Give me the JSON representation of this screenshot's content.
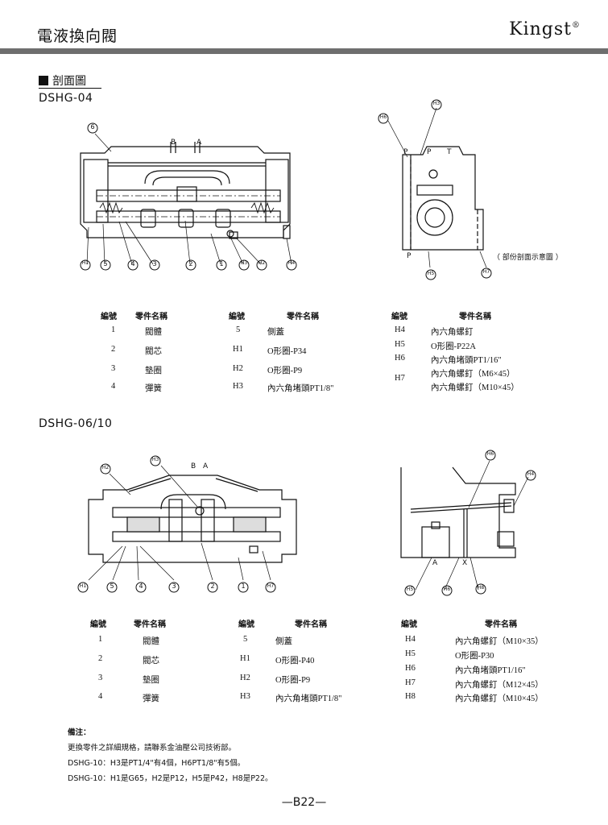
{
  "header": {
    "title": "電液換向閥",
    "brand": "Kingst",
    "reg": "®"
  },
  "section": {
    "heading": "剖面圖"
  },
  "dshg04": {
    "model": "DSHG-04",
    "partial_note": "（ 部份剖面示意圖 ）",
    "ports_left": [
      "B",
      "A"
    ],
    "ports_right": [
      "P",
      "P",
      "T",
      "P"
    ],
    "callouts_left": [
      "H1",
      "5",
      "4",
      "3",
      "2",
      "1",
      "H3",
      "H2",
      "H4",
      "6"
    ],
    "callouts_right": [
      "H6",
      "H3",
      "H5",
      "H7"
    ],
    "headers": [
      "編號",
      "零件名稱",
      "編號",
      "零件名稱",
      "編號",
      "零件名稱"
    ],
    "col1": [
      {
        "no": "1",
        "name": "閥體"
      },
      {
        "no": "2",
        "name": "閥芯"
      },
      {
        "no": "3",
        "name": "墊圈"
      },
      {
        "no": "4",
        "name": "彈簧"
      }
    ],
    "col2": [
      {
        "no": "5",
        "name": "側蓋"
      },
      {
        "no": "H1",
        "name": "O形圈-P34"
      },
      {
        "no": "H2",
        "name": "O形圈-P9"
      },
      {
        "no": "H3",
        "name": "內六角堵頭PT1/8\""
      }
    ],
    "col3": [
      {
        "no": "H4",
        "name": "內六角螺釘"
      },
      {
        "no": "H5",
        "name": "O形圈-P22A"
      },
      {
        "no": "H6",
        "name": "內六角堵頭PT1/16\""
      },
      {
        "no": "H7",
        "name": "內六角螺釘（M6×45）"
      },
      {
        "no": "",
        "name": "內六角螺釘（M10×45）"
      }
    ]
  },
  "dshg0610": {
    "model": "DSHG-06/10",
    "ports_left": [
      "B",
      "A"
    ],
    "ports_right": [
      "A",
      "X"
    ],
    "callouts_left": [
      "H2",
      "H3",
      "H1",
      "5",
      "4",
      "3",
      "2",
      "1",
      "H7"
    ],
    "callouts_right": [
      "H6",
      "H4",
      "H5",
      "H6",
      "H8"
    ],
    "headers": [
      "編號",
      "零件名稱",
      "編號",
      "零件名稱",
      "編號",
      "零件名稱"
    ],
    "col1": [
      {
        "no": "1",
        "name": "閥體"
      },
      {
        "no": "2",
        "name": "閥芯"
      },
      {
        "no": "3",
        "name": "墊圈"
      },
      {
        "no": "4",
        "name": "彈簧"
      }
    ],
    "col2": [
      {
        "no": "5",
        "name": "側蓋"
      },
      {
        "no": "H1",
        "name": "O形圈-P40"
      },
      {
        "no": "H2",
        "name": "O形圈-P9"
      },
      {
        "no": "H3",
        "name": "內六角堵頭PT1/8\""
      }
    ],
    "col3": [
      {
        "no": "H4",
        "name": "內六角螺釘（M10×35）"
      },
      {
        "no": "H5",
        "name": "O形圈-P30"
      },
      {
        "no": "H6",
        "name": "內六角堵頭PT1/16\""
      },
      {
        "no": "H7",
        "name": "內六角螺釘（M12×45）"
      },
      {
        "no": "H8",
        "name": "內六角螺釘（M10×45）"
      }
    ]
  },
  "notes": {
    "title": "備注：",
    "lines": [
      "更換零件之詳細規格，請聯系金油壓公司技術部。",
      "DSHG-10：H3是PT1/4\"有4個，H6PT1/8\"有5個。",
      "DSHG-10：H1是G65，H2是P12，H5是P42，H8是P22。"
    ]
  },
  "footer": {
    "page": "—B22—"
  }
}
